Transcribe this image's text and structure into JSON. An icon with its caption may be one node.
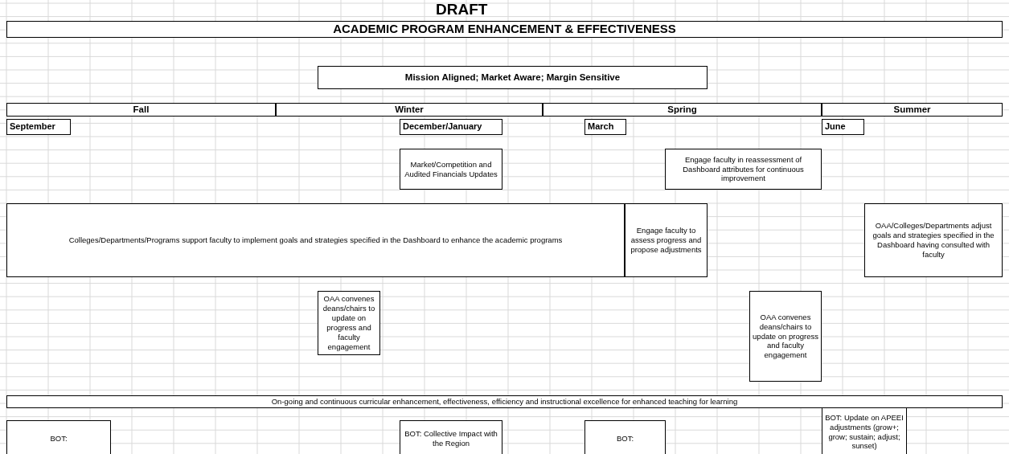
{
  "diagram": {
    "title": "DRAFT",
    "nodes": [
      {
        "text": [
          "ACADEMIC PROGRAM ENHANCEMENT & EFFECTIVENESS"
        ]
      },
      {
        "text": [
          "Mission Aligned; Market Aware; Margin Sensitive"
        ]
      },
      {
        "text": [
          "Fall"
        ]
      },
      {
        "text": [
          "Winter"
        ]
      },
      {
        "text": [
          "Spring"
        ]
      },
      {
        "text": [
          "Summer"
        ]
      },
      {
        "text": [
          "September"
        ]
      },
      {
        "text": [
          "December/January"
        ]
      },
      {
        "text": [
          "March"
        ]
      },
      {
        "text": [
          "June"
        ]
      },
      {
        "text": [
          "Market/Competition and Audited Financials Updates"
        ]
      },
      {
        "text": [
          "Engage faculty in reassessment of Dashboard attributes for continuous improvement"
        ]
      },
      {
        "text": [
          "Colleges/Departments/Programs support faculty to implement goals and strategies specified in the Dashboard to enhance the academic programs"
        ]
      },
      {
        "text": [
          "Engage faculty to assess progress and propose adjustments"
        ]
      },
      {
        "text": [
          "OAA/Colleges/Departments adjust goals and strategies specified in the Dashboard having consulted with faculty"
        ]
      },
      {
        "text": [
          "OAA convenes deans/chairs to update on progress and faculty engagement"
        ]
      },
      {
        "text": [
          "OAA convenes deans/chairs to update on progress and faculty engagement"
        ]
      },
      {
        "text": [
          "On-going and continuous curricular enhancement, effectiveness, efficiency and instructional excellence for enhanced teaching for learning"
        ]
      },
      {
        "text": [
          "BOT:"
        ]
      },
      {
        "text": [
          "BOT: Collective Impact with the Region"
        ]
      },
      {
        "text": [
          "BOT:"
        ]
      },
      {
        "text": [
          "BOT: Update on APEEI adjustments (grow+; grow; sustain; adjust; sunset)"
        ]
      }
    ]
  }
}
